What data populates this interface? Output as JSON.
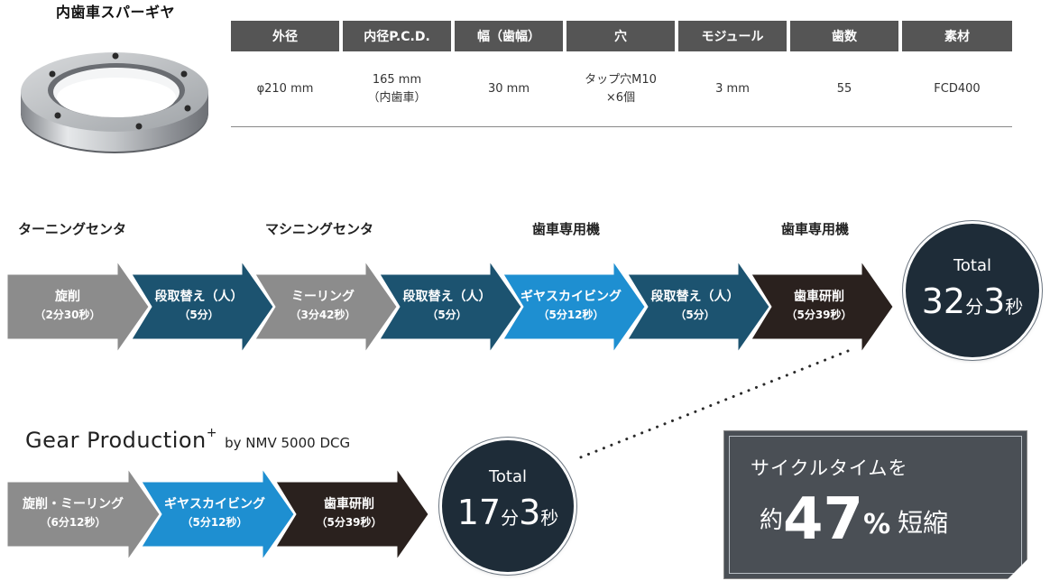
{
  "product": {
    "title": "内歯車スパーギヤ"
  },
  "spec_table": {
    "headers": [
      "外径",
      "内径P.C.D.",
      "幅（歯幅）",
      "穴",
      "モジュール",
      "歯数",
      "素材"
    ],
    "values": [
      [
        "φ210 mm"
      ],
      [
        "165 mm",
        "（内歯車）"
      ],
      [
        "30 mm"
      ],
      [
        "タップ穴M10",
        "×6個"
      ],
      [
        "3 mm"
      ],
      [
        "55"
      ],
      [
        "FCD400"
      ]
    ]
  },
  "conventional": {
    "machines": [
      "ターニングセンタ",
      "マシニングセンタ",
      "歯車専用機",
      "歯車専用機"
    ],
    "steps": [
      {
        "label": "旋削",
        "time": "（2分30秒）",
        "color": "#8c8c8c"
      },
      {
        "label": "段取替え（人）",
        "time": "（5分）",
        "color": "#1c5370"
      },
      {
        "label": "ミーリング",
        "time": "（3分42秒）",
        "color": "#8c8c8c"
      },
      {
        "label": "段取替え（人）",
        "time": "（5分）",
        "color": "#1c5370"
      },
      {
        "label": "ギヤスカイビング",
        "time": "（5分12秒）",
        "color": "#1e8fd1"
      },
      {
        "label": "段取替え（人）",
        "time": "（5分）",
        "color": "#1c5370"
      },
      {
        "label": "歯車研削",
        "time": "（5分39秒）",
        "color": "#2a211e"
      }
    ],
    "total": {
      "label": "Total",
      "min": "32",
      "min_unit": "分",
      "sec": "3",
      "sec_unit": "秒"
    }
  },
  "gear_production": {
    "title": "Gear Production",
    "plus": "+",
    "by": "by NMV 5000 DCG",
    "steps": [
      {
        "label": "旋削・ミーリング",
        "time": "（6分12秒）",
        "color": "#8c8c8c"
      },
      {
        "label": "ギヤスカイビング",
        "time": "（5分12秒）",
        "color": "#1e8fd1"
      },
      {
        "label": "歯車研削",
        "time": "（5分39秒）",
        "color": "#2a211e"
      }
    ],
    "total": {
      "label": "Total",
      "min": "17",
      "min_unit": "分",
      "sec": "3",
      "sec_unit": "秒"
    }
  },
  "reduction": {
    "top": "サイクルタイムを",
    "prefix": "約",
    "value": "47",
    "percent": "%",
    "suffix": "短縮"
  },
  "colors": {
    "gray": "#8c8c8c",
    "navy": "#1c5370",
    "blue": "#1e8fd1",
    "dark": "#2a211e",
    "circle": "#1e2c38",
    "box": "#4a4f55"
  }
}
